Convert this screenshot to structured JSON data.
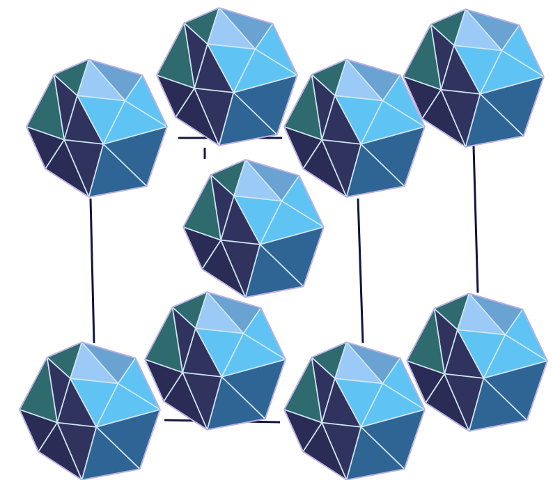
{
  "figure": {
    "kind": "polyhedra packing diagram",
    "polyhedron": "icosahedron",
    "colors": {
      "background": "#ffffff",
      "face_light": "#9ccaf6",
      "face_bright": "#5fc4f3",
      "face_blue": "#6aa2d2",
      "face_mid": "#2f6595",
      "face_teal": "#2e6a6e",
      "face_dark": "#31335f",
      "face_darker": "#2a2c55",
      "edge_highlight": "#cfe6f2",
      "outline": "#b9b1e4",
      "cell_line": "#13153e"
    },
    "icosahedra": [
      {
        "id": "back-top-left"
      },
      {
        "id": "back-top-right"
      },
      {
        "id": "back-bottom-left"
      },
      {
        "id": "back-bottom-right"
      },
      {
        "id": "center"
      },
      {
        "id": "front-top-left"
      },
      {
        "id": "front-top-right"
      },
      {
        "id": "front-bottom-left"
      },
      {
        "id": "front-bottom-right"
      }
    ]
  }
}
